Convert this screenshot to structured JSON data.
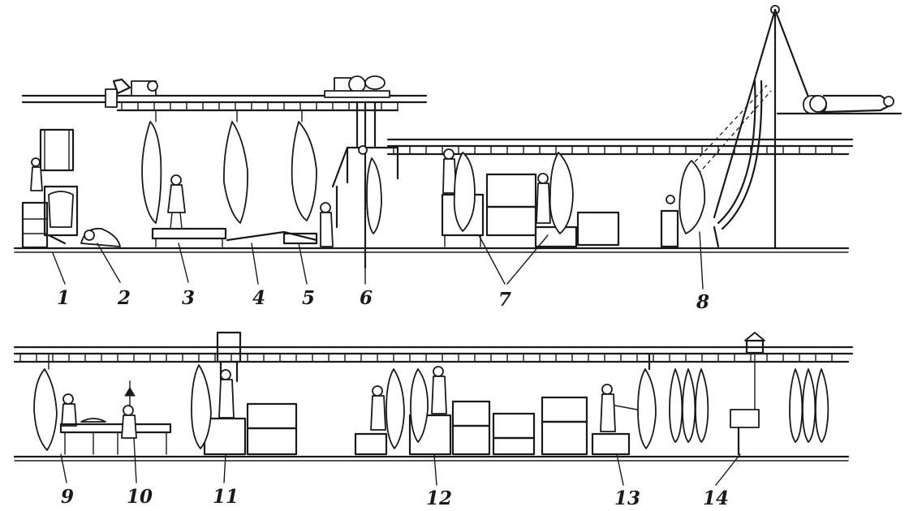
{
  "diagram": {
    "upper_line_labels": [
      "1",
      "2",
      "3",
      "4",
      "5",
      "6",
      "7",
      "8"
    ],
    "lower_line_labels": [
      "9",
      "10",
      "11",
      "12",
      "13",
      "14"
    ]
  }
}
